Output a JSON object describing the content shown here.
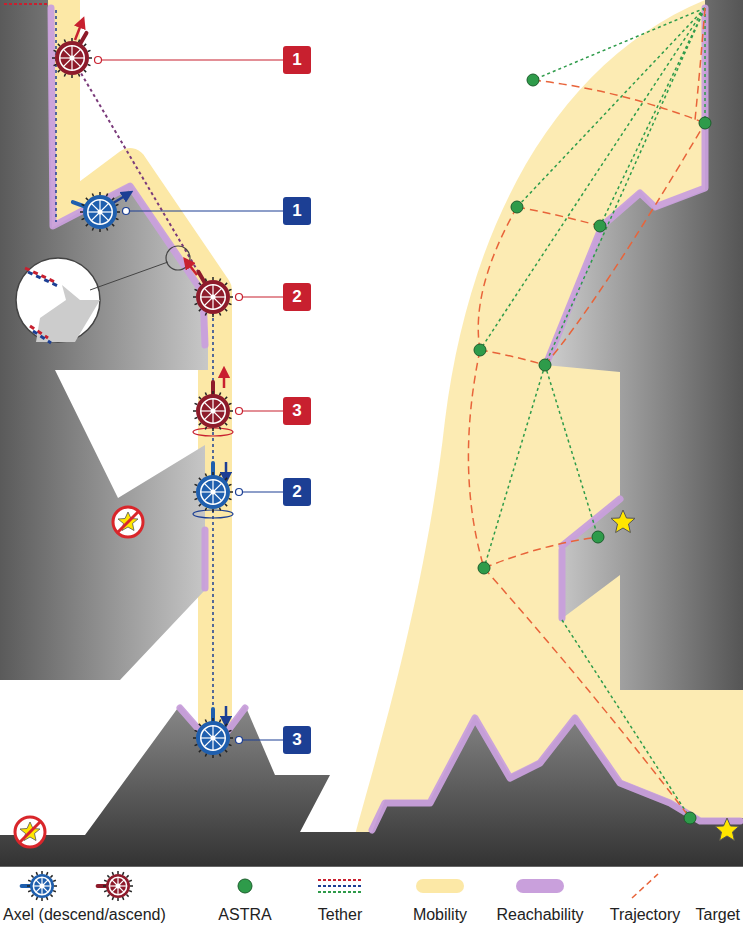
{
  "diagram": {
    "labels": [
      "1",
      "1",
      "2",
      "3",
      "2",
      "3"
    ],
    "legend": [
      {
        "text": "Axel (descend/ascend)"
      },
      {
        "text": "ASTRA"
      },
      {
        "text": "Tether"
      },
      {
        "text": "Mobility",
        "color": "#fce8a6"
      },
      {
        "text": "Reachability",
        "color": "#c9a0dc"
      },
      {
        "text": "Trajectory"
      },
      {
        "text": "Target"
      }
    ]
  }
}
